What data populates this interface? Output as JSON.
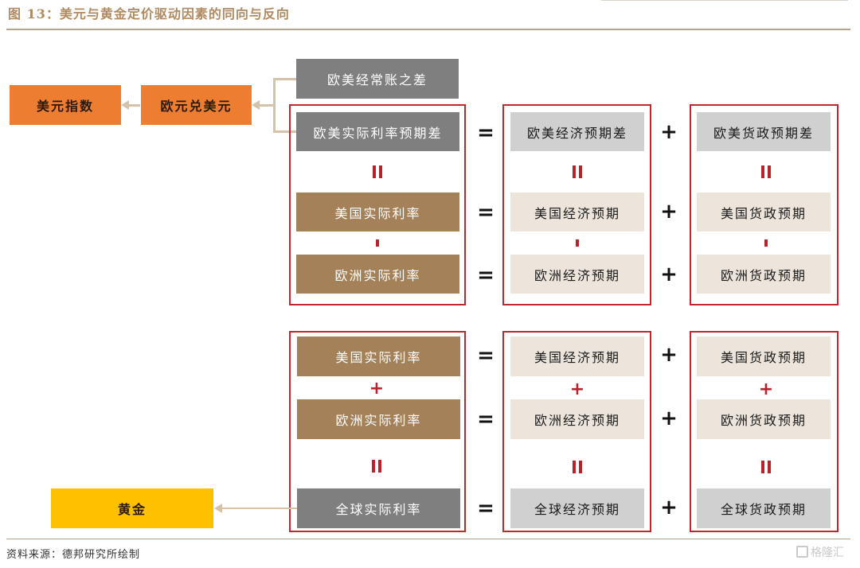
{
  "header": {
    "figure_label": "图 13：",
    "title": "美元与黄金定价驱动因素的同向与反向"
  },
  "footer": {
    "source": "资料来源：德邦研究所绘制",
    "watermark": "格隆汇"
  },
  "left_chain": {
    "usd_index": "美元指数",
    "eurusd": "欧元兑美元",
    "current_account_diff": "欧美经常账之差",
    "gold": "黄金"
  },
  "top_group": {
    "real_rate": {
      "diff": "欧美实际利率预期差",
      "us": "美国实际利率",
      "eu": "欧洲实际利率"
    },
    "economy": {
      "diff": "欧美经济预期差",
      "us": "美国经济预期",
      "eu": "欧洲经济预期"
    },
    "monetary": {
      "diff": "欧美货政预期差",
      "us": "美国货政预期",
      "eu": "欧洲货政预期"
    },
    "vertical_ops": [
      "=",
      "-"
    ]
  },
  "bottom_group": {
    "real_rate": {
      "us": "美国实际利率",
      "eu": "欧洲实际利率",
      "global": "全球实际利率"
    },
    "economy": {
      "us": "美国经济预期",
      "eu": "欧洲经济预期",
      "global": "全球经济预期"
    },
    "monetary": {
      "us": "美国货政预期",
      "eu": "欧洲货政预期",
      "global": "全球货政预期"
    },
    "vertical_ops": [
      "+",
      "="
    ]
  },
  "operators": {
    "equals": "=",
    "plus": "+"
  },
  "colors": {
    "orange": "#ed7d31",
    "gold": "#ffc000",
    "dark_gray": "#7f7f7f",
    "brown": "#a5815a",
    "light_gray": "#d0d0d0",
    "beige": "#ede5dc",
    "frame_red": "#c0272d",
    "connector": "#d6c2a8",
    "title": "#b08b62"
  }
}
